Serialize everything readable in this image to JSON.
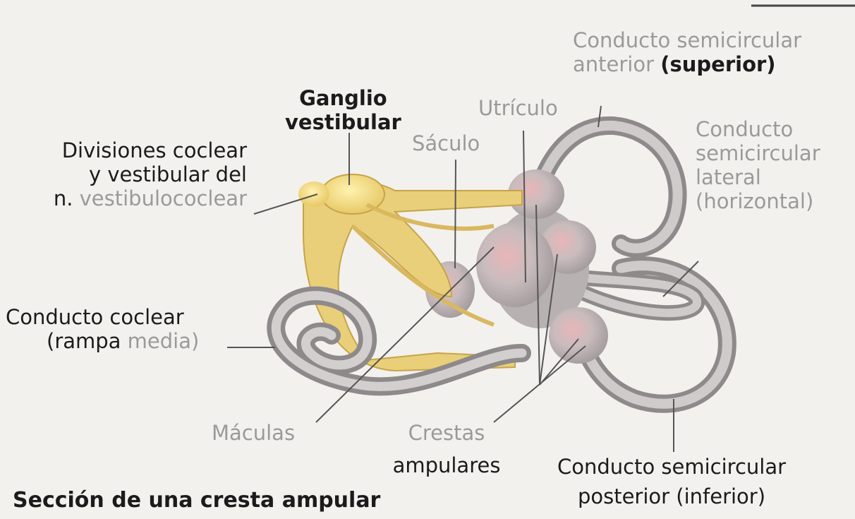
{
  "labels": {
    "ganglio_vestibular": [
      "Ganglio",
      "vestibular"
    ],
    "divisiones": [
      "Divisiones coclear",
      "y vestibular del"
    ],
    "divisiones_n": "n.",
    "divisiones_vestibulococlear": "vestibulococlear",
    "utriculo": "Utrículo",
    "saculo": "Sáculo",
    "conducto_anterior_line1": "Conducto semicircular",
    "conducto_anterior_line2_a": "anterior",
    "conducto_anterior_line2_b": "(superior)",
    "conducto_lateral": [
      "Conducto",
      "semicircular",
      "lateral",
      "(horizontal)"
    ],
    "conducto_coclear": "Conducto coclear",
    "rampa": "(rampa",
    "media": "media)",
    "maculas": "Máculas",
    "crestas": "Crestas",
    "ampulares": "ampulares",
    "conducto_posterior": [
      "Conducto semicircular",
      "posterior (inferior)"
    ],
    "seccion": "Sección de una cresta ampular"
  }
}
